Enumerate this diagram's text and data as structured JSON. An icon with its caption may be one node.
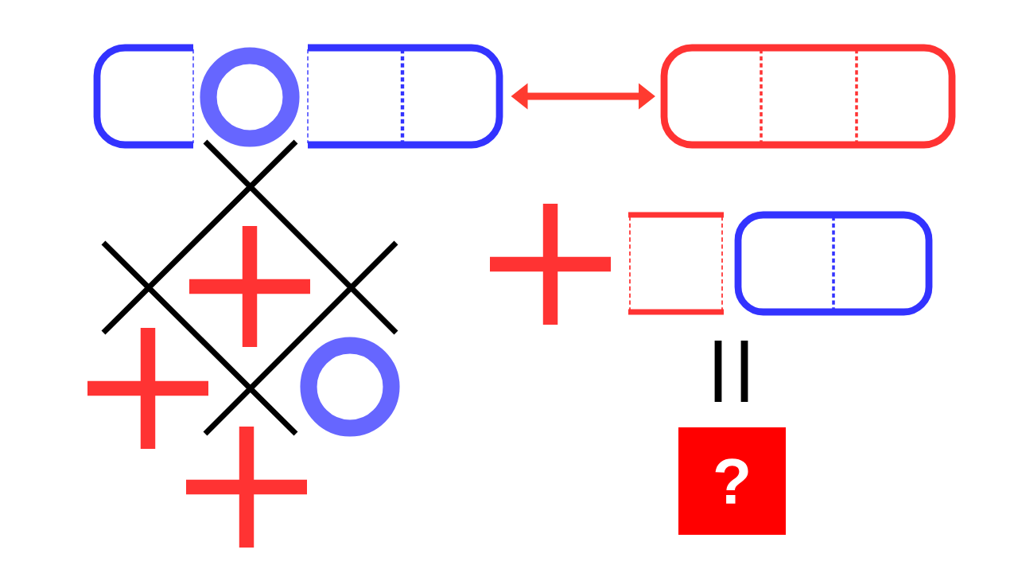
{
  "diagram": {
    "nodes": [
      {
        "text": [],
        "shape": "bar"
      },
      {
        "text": [],
        "shape": "bar"
      },
      {
        "text": [
          "?"
        ]
      }
    ],
    "edges": [
      {
        "from": 0,
        "to": 1,
        "arrow": "both",
        "color": "#ff3b30"
      }
    ]
  }
}
